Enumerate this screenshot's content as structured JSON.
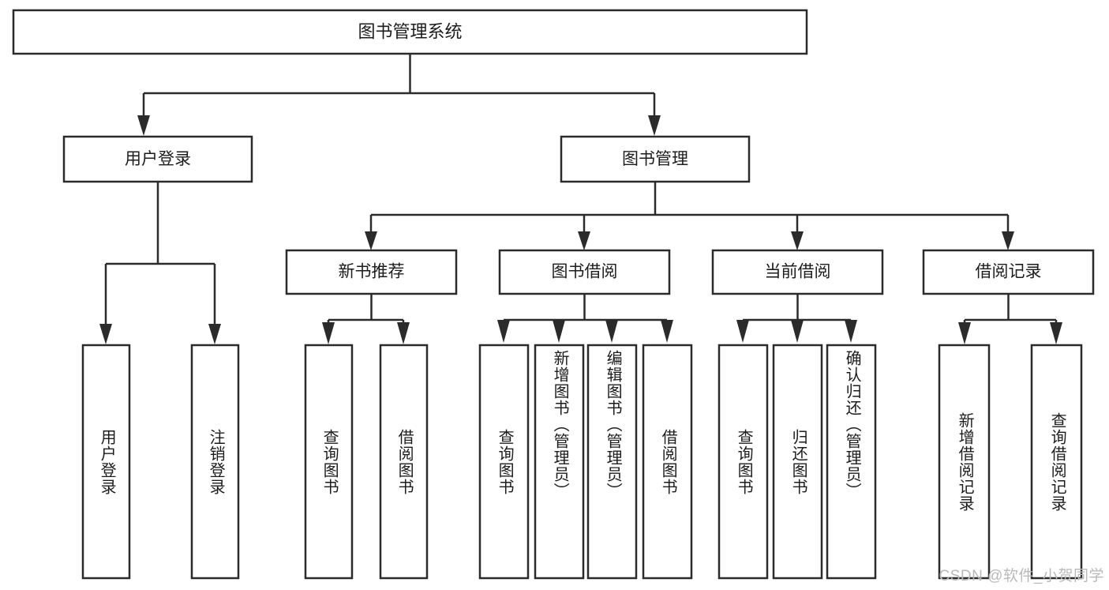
{
  "diagram": {
    "title": "图书管理系统",
    "type": "tree-hierarchy-chart",
    "watermark": "CSDN @软件_小贺同学",
    "colors": {
      "stroke": "#2b2b2b",
      "fill": "#ffffff",
      "text": "#1c1c1c",
      "watermark": "#b9b9b9"
    },
    "root": {
      "label": "图书管理系统"
    },
    "level2": {
      "user_login": {
        "label": "用户登录"
      },
      "book_manage": {
        "label": "图书管理"
      }
    },
    "level3": {
      "new_book_recommend": {
        "label": "新书推荐"
      },
      "book_borrow": {
        "label": "图书借阅"
      },
      "current_borrow": {
        "label": "当前借阅"
      },
      "borrow_record": {
        "label": "借阅记录"
      }
    },
    "leaves": {
      "user_login": [
        {
          "label": "用户登录"
        },
        {
          "label": "注销登录"
        }
      ],
      "new_book_recommend": [
        {
          "label": "查询图书"
        },
        {
          "label": "借阅图书"
        }
      ],
      "book_borrow": [
        {
          "label": "查询图书"
        },
        {
          "label": "新增图书（管理员）"
        },
        {
          "label": "编辑图书（管理员）"
        },
        {
          "label": "借阅图书"
        }
      ],
      "current_borrow": [
        {
          "label": "查询图书"
        },
        {
          "label": "归还图书"
        },
        {
          "label": "确认归还（管理员）"
        }
      ],
      "borrow_record": [
        {
          "label": "新增借阅记录"
        },
        {
          "label": "查询借阅记录"
        }
      ]
    }
  }
}
